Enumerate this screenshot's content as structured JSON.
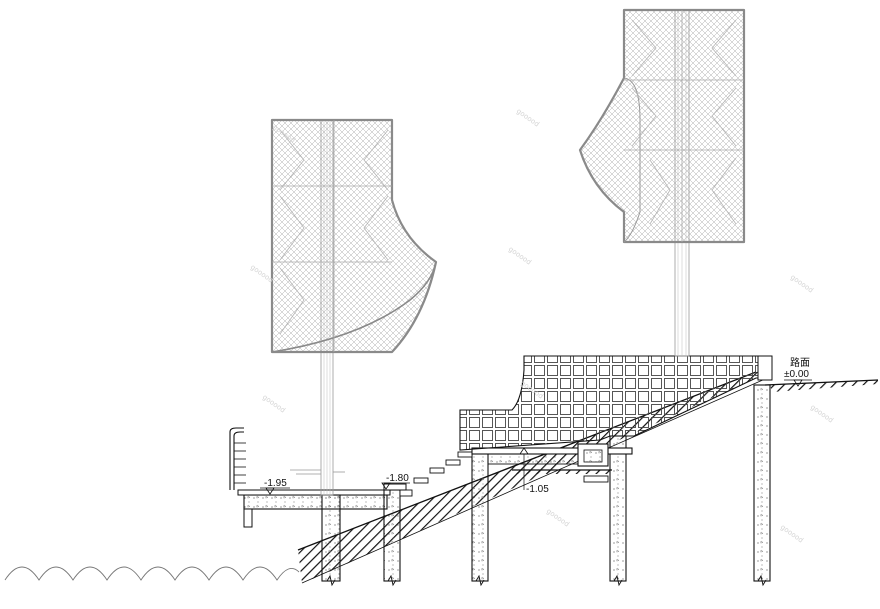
{
  "labels": {
    "road_surface": "路面",
    "level_road": "±0.00",
    "level_platform": "-1.95",
    "level_step": "-1.80",
    "level_deck": "-1.05"
  },
  "watermark": "gooood",
  "colors": {
    "line": "#111111",
    "canopy_frame": "#8a8a8a",
    "mesh": "#9a9a9a",
    "hatch": "#333333"
  }
}
